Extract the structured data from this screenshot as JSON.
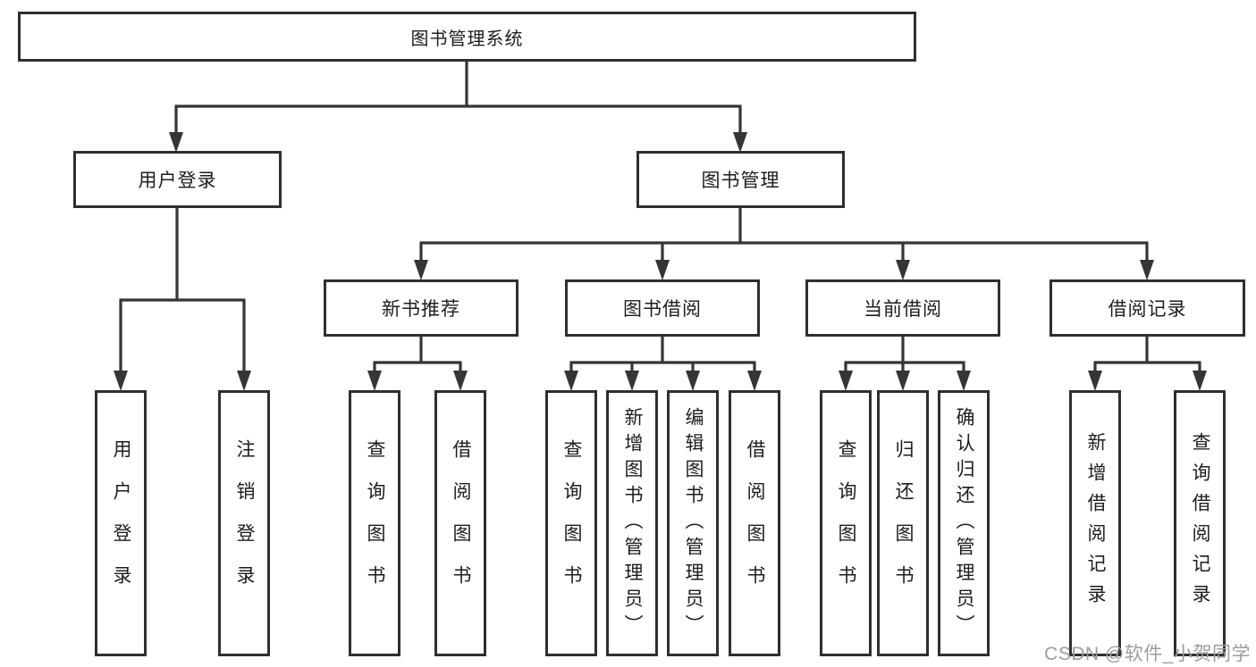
{
  "tree": {
    "root": "图书管理系统",
    "branches": [
      {
        "label": "用户登录",
        "leaves": [
          "用户登录",
          "注销登录"
        ]
      },
      {
        "label": "图书管理",
        "groups": [
          {
            "label": "新书推荐",
            "leaves": [
              "查询图书",
              "借阅图书"
            ]
          },
          {
            "label": "图书借阅",
            "leaves": [
              "查询图书",
              "新增图书（管理员）",
              "编辑图书（管理员）",
              "借阅图书"
            ]
          },
          {
            "label": "当前借阅",
            "leaves": [
              "查询图书",
              "归还图书",
              "确认归还（管理员）"
            ]
          },
          {
            "label": "借阅记录",
            "leaves": [
              "新增借阅记录",
              "查询借阅记录"
            ]
          }
        ]
      }
    ]
  },
  "watermark": "CSDN @软件_小贺同学",
  "colors": {
    "line": "#353535",
    "box_border": "#2f2f2f",
    "box_fill": "#ffffff",
    "text": "#1d1d1d",
    "watermark": "#9c9c9c",
    "background": "#ffffff"
  }
}
